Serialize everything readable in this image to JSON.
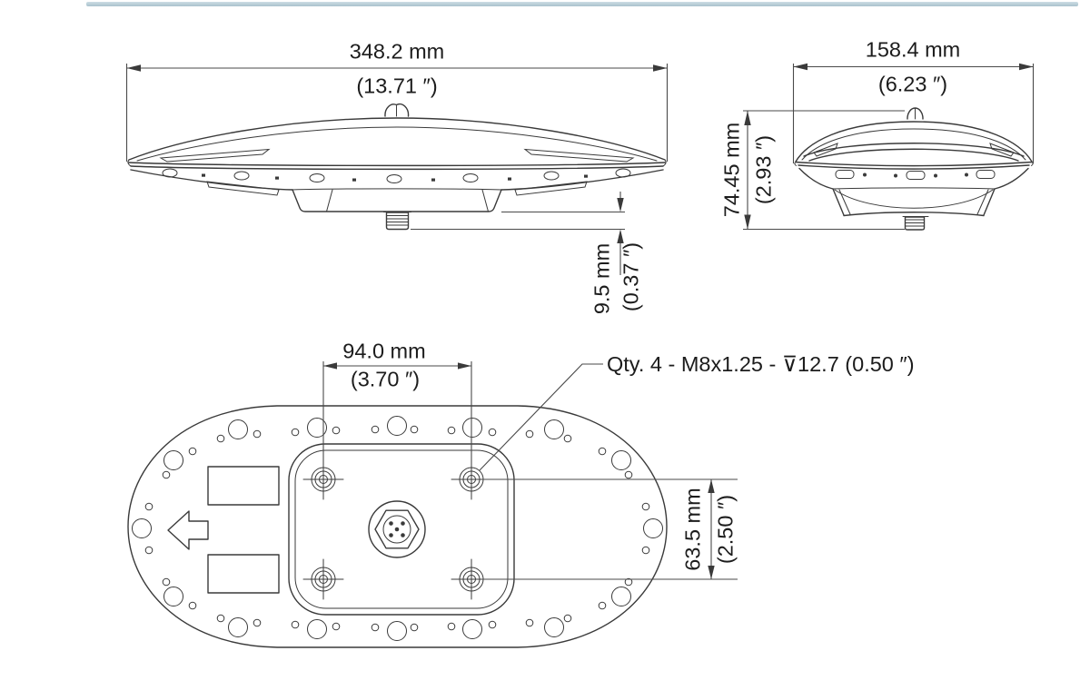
{
  "colors": {
    "background": "#ffffff",
    "line": "#3a3a3a",
    "text": "#1c1c1c",
    "top_bar": "#b3c8d3"
  },
  "views": {
    "side": {
      "overall_length_mm": "348.2 mm",
      "overall_length_in": "(13.71 ″)",
      "stud_height_mm": "9.5 mm",
      "stud_height_in": "(0.37 ″)"
    },
    "front": {
      "overall_width_mm": "158.4 mm",
      "overall_width_in": "(6.23 ″)",
      "overall_height_mm": "74.45 mm",
      "overall_height_in": "(2.93 ″)"
    },
    "bottom": {
      "bolt_spacing_horizontal_mm": "94.0 mm",
      "bolt_spacing_horizontal_in": "(3.70 ″)",
      "bolt_spacing_vertical_mm": "63.5 mm",
      "bolt_spacing_vertical_in": "(2.50 ″)",
      "mounting_callout": "Qty. 4 - M8x1.25 - ⊽12.7 (0.50 ″)"
    }
  }
}
